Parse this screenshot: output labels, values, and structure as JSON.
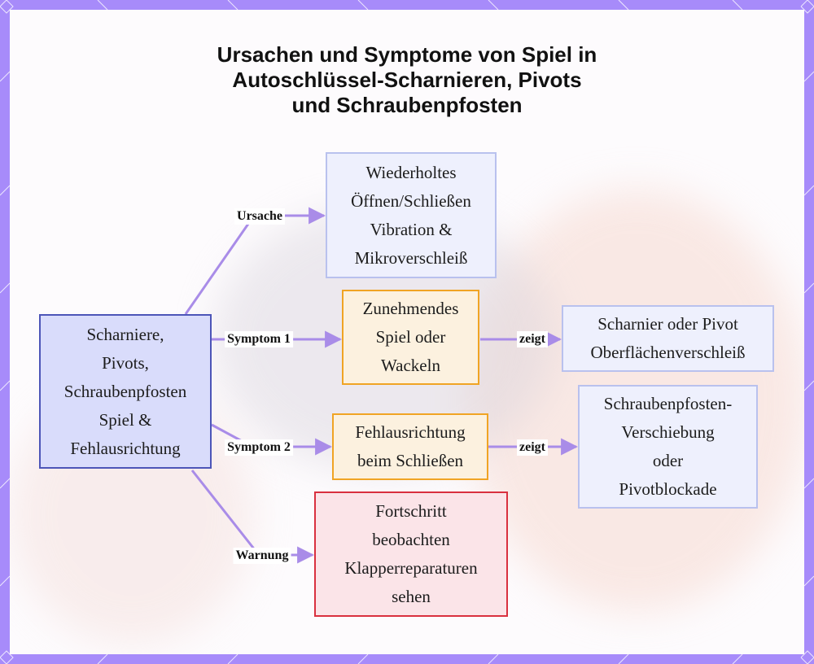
{
  "title": {
    "line1": "Ursachen und Symptome von Spiel in",
    "line2": "Autoschlüssel-Scharnieren, Pivots",
    "line3": "und Schraubenpfosten"
  },
  "nodes": {
    "root": [
      "Scharniere,",
      "Pivots,",
      "Schraubenpfosten",
      "Spiel &",
      "Fehlausrichtung"
    ],
    "cause": [
      "Wiederholtes",
      "Öffnen/Schließen",
      "Vibration &",
      "Mikroverschleiß"
    ],
    "symptom1": [
      "Zunehmendes",
      "Spiel oder",
      "Wackeln"
    ],
    "symptom1_effect": [
      "Scharnier oder Pivot",
      "Oberflächenverschleiß"
    ],
    "symptom2": [
      "Fehlausrichtung",
      "beim Schließen"
    ],
    "symptom2_effect": [
      "Schraubenpfosten-",
      "Verschiebung",
      "oder",
      "Pivotblockade"
    ],
    "warning": [
      "Fortschritt",
      "beobachten",
      "Klapperreparaturen",
      "sehen"
    ]
  },
  "edge_labels": {
    "cause": "Ursache",
    "symptom1": "Symptom 1",
    "symptom2": "Symptom 2",
    "warning": "Warnung",
    "shows1": "zeigt",
    "shows2": "zeigt"
  },
  "colors": {
    "edge": "#a98ce8",
    "frame": "#a78bfa"
  }
}
